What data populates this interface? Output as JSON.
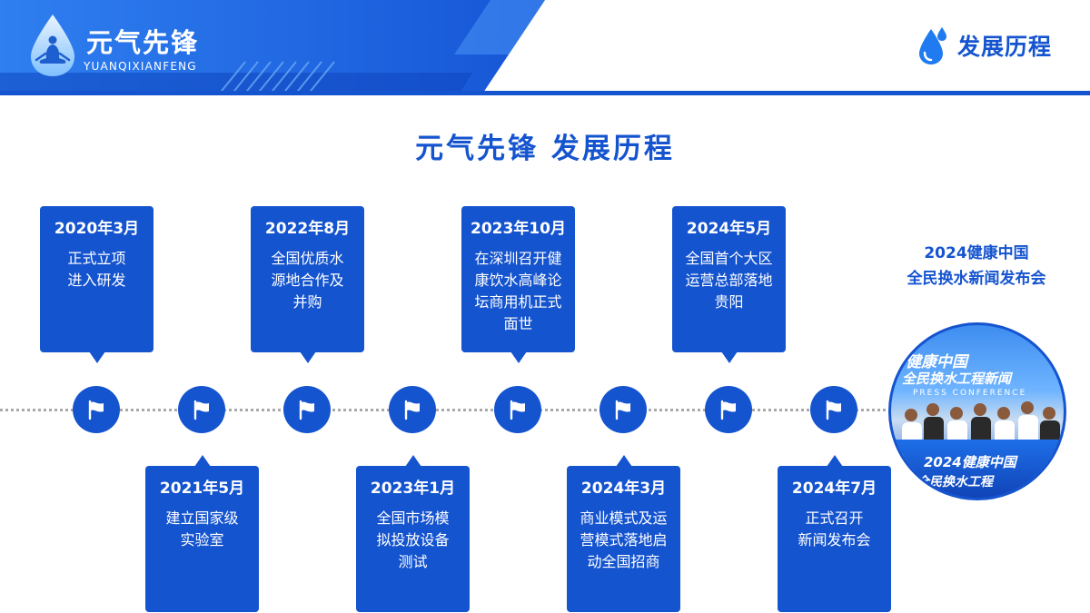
{
  "header": {
    "brand_name": "元气先锋",
    "brand_pinyin": "YUANQIXIANFENG",
    "section_tag": "发展历程",
    "logo_icon": "water-drop-meditation-icon"
  },
  "page_title": "元气先锋 发展历程",
  "colors": {
    "primary": "#1554cf",
    "header_light": "#3f86f0",
    "timeline_line": "#a9a9a9"
  },
  "milestones": [
    {
      "date": "2020年3月",
      "desc": "正式立项\n进入研发",
      "position": "top"
    },
    {
      "date": "2021年5月",
      "desc": "建立国家级\n实验室",
      "position": "bottom"
    },
    {
      "date": "2022年8月",
      "desc": "全国优质水\n源地合作及\n并购",
      "position": "top"
    },
    {
      "date": "2023年1月",
      "desc": "全国市场模\n拟投放设备\n测试",
      "position": "bottom"
    },
    {
      "date": "2023年10月",
      "desc": "在深圳召开健\n康饮水高峰论\n坛商用机正式\n面世",
      "position": "top"
    },
    {
      "date": "2024年3月",
      "desc": "商业模式及运\n营模式落地启\n动全国招商",
      "position": "bottom"
    },
    {
      "date": "2024年5月",
      "desc": "全国首个大区\n运营总部落地\n贵阳",
      "position": "top"
    },
    {
      "date": "2024年7月",
      "desc": "正式召开\n新闻发布会",
      "position": "bottom"
    }
  ],
  "node_icon": "flag-icon",
  "feature": {
    "title_line1": "2024健康中国",
    "title_line2": "全民换水新闻发布会",
    "photo": {
      "line1": "健康中国",
      "line2": "全民换水工程新闻",
      "line3": "PRESS CONFERENCE",
      "line4": "2024健康中国",
      "line5": "全民换水工程"
    }
  }
}
